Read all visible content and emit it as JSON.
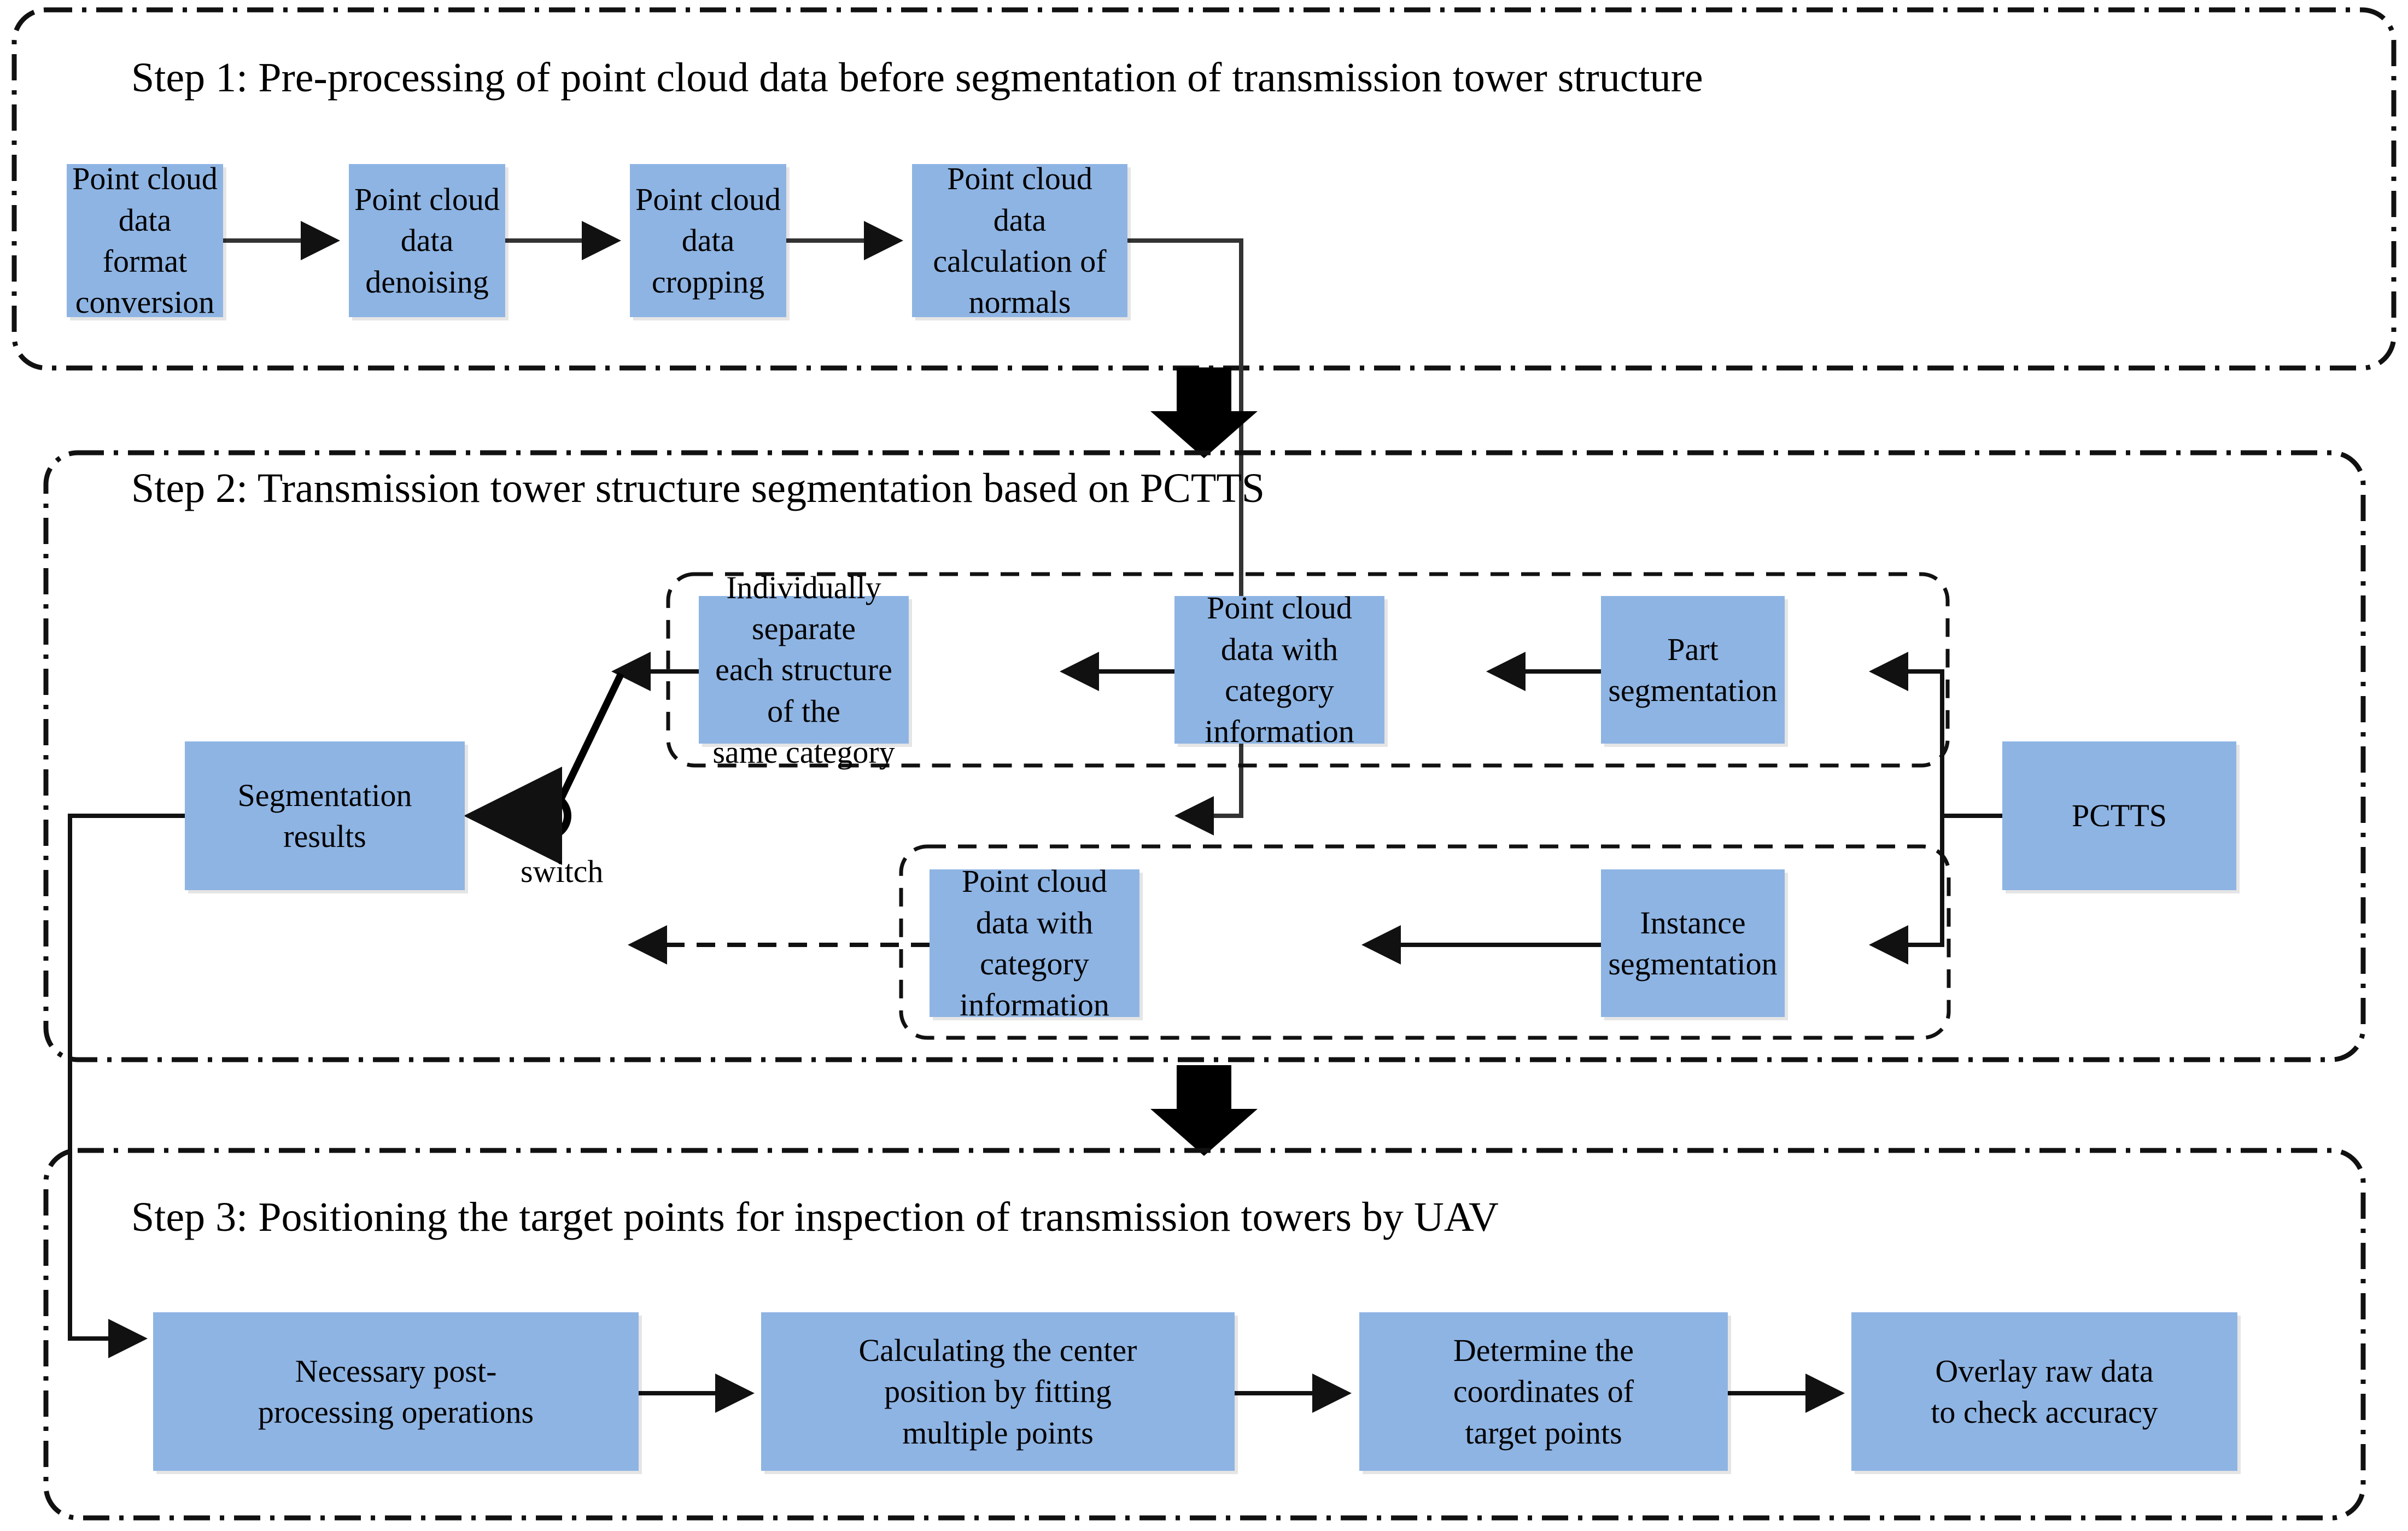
{
  "figure": {
    "type": "flowchart",
    "title": "Three-step pipeline for transmission tower point cloud segmentation and UAV target point positioning",
    "accent_box_color": "#8EB4E3",
    "line_color": "#1a1a1a"
  },
  "steps": [
    {
      "id": "step1",
      "title": "Step 1: Pre-processing of point cloud data before segmentation of transmission tower structure",
      "border_style": "dash-dot",
      "boxes": [
        {
          "id": "s1b1",
          "label": "Point cloud data\nformat conversion"
        },
        {
          "id": "s1b2",
          "label": "Point cloud data\ndenoising"
        },
        {
          "id": "s1b3",
          "label": "Point cloud data\ncropping"
        },
        {
          "id": "s1b4",
          "label": "Point cloud data\ncalculation of normals"
        }
      ]
    },
    {
      "id": "step2",
      "title": "Step 2: Transmission tower structure segmentation based on PCTTS",
      "border_style": "dash-dot",
      "groups": [
        {
          "id": "part-group",
          "border_style": "dashed",
          "boxes": [
            {
              "id": "s2b1",
              "label": "Individually separate\neach structure of the\nsame category"
            },
            {
              "id": "s2b2",
              "label": "Point cloud data with\ncategory information"
            },
            {
              "id": "s2b3",
              "label": "Part\nsegmentation"
            }
          ]
        },
        {
          "id": "instance-group",
          "border_style": "dashed",
          "boxes": [
            {
              "id": "s2b4",
              "label": "Point cloud data with\ncategory information"
            },
            {
              "id": "s2b5",
              "label": "Instance\nsegmentation"
            }
          ]
        }
      ],
      "boxes": [
        {
          "id": "s2pctts",
          "label": "PCTTS"
        },
        {
          "id": "s2result",
          "label": "Segmentation\nresults"
        }
      ],
      "switch": {
        "id": "switch-node",
        "label": "switch",
        "state": "upper-branch"
      }
    },
    {
      "id": "step3",
      "title": "Step 3: Positioning the target points for inspection of transmission towers by UAV",
      "border_style": "dash-dot",
      "boxes": [
        {
          "id": "s3b1",
          "label": "Necessary post-\nprocessing operations"
        },
        {
          "id": "s3b2",
          "label": "Calculating the center\nposition by fitting\nmultiple points"
        },
        {
          "id": "s3b3",
          "label": "Determine the\ncoordinates of\ntarget points"
        },
        {
          "id": "s3b4",
          "label": "Overlay raw data\nto check accuracy"
        }
      ]
    }
  ],
  "connectors": {
    "step1_to_step2": "thick-down-arrow",
    "step2_to_step3": "thick-down-arrow",
    "instance_branch": "dashed-arrow"
  }
}
